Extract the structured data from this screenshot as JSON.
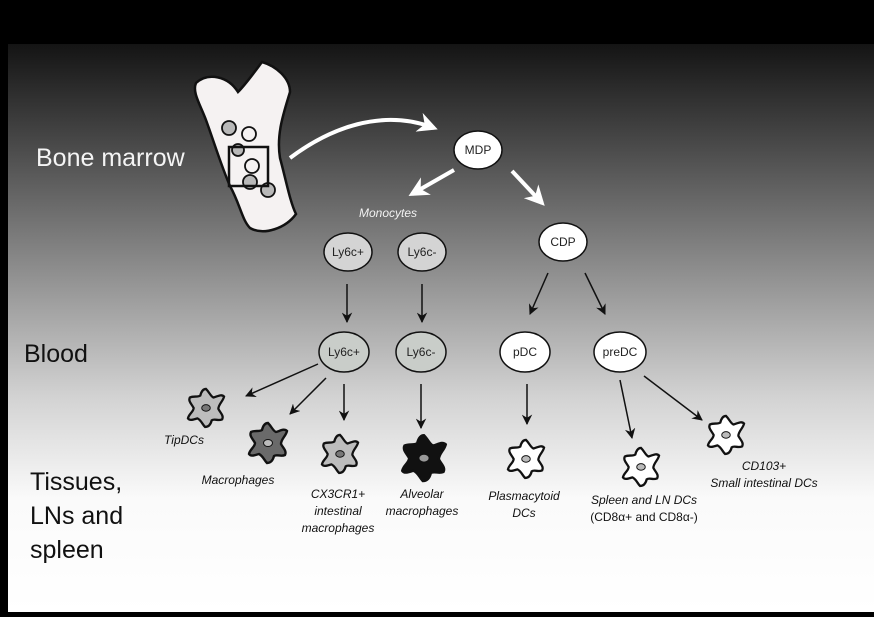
{
  "regions": {
    "bone_marrow": "Bone marrow",
    "blood": "Blood",
    "tissues": [
      "Tissues,",
      "LNs and",
      "spleen"
    ]
  },
  "nodes": {
    "mdp": "MDP",
    "cdp": "CDP",
    "ly6c_pos_bm": "Ly6c+",
    "ly6c_neg_bm": "Ly6c-",
    "ly6c_pos_blood": "Ly6c+",
    "ly6c_neg_blood": "Ly6c-",
    "pdc": "pDC",
    "predc": "preDC"
  },
  "group_label": "Monocytes",
  "outcomes": {
    "tipdcs": [
      "TipDCs"
    ],
    "macrophages": [
      "Macrophages"
    ],
    "cx3cr1": [
      "CX3CR1+",
      "intestinal",
      "macrophages"
    ],
    "alveolar": [
      "Alveolar",
      "macrophages"
    ],
    "plasmacytoid": [
      "Plasmacytoid",
      "DCs"
    ],
    "spleen_ln": [
      "Spleen and LN DCs"
    ],
    "spleen_ln_sub": "(CD8α+ and CD8α-)",
    "cd103": [
      "CD103+",
      "Small intestinal DCs"
    ]
  },
  "colors": {
    "progenitor_fill": "#ffffff",
    "monocyte_fill": "#d4d4d4",
    "monocyte_blood_fill": "#c9cdc9",
    "cell_grey": "#bdbdbd",
    "cell_dark": "#6a6a6a",
    "cell_black": "#111111",
    "bone_fill": "#f5f2f2"
  },
  "icons": [
    "bone-icon",
    "dendritic-cell-icon",
    "macrophage-icon"
  ]
}
